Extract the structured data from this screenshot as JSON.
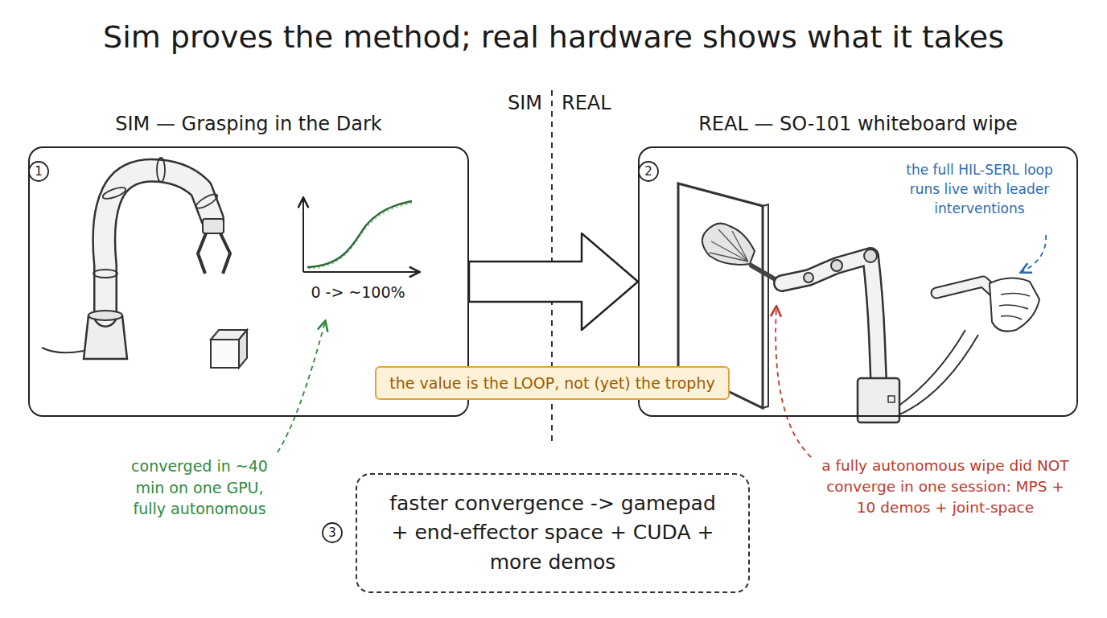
{
  "diagram": {
    "title": "Sim proves the method; real hardware shows what it takes",
    "nodes": [
      {
        "text": [
          "SIM — Grasping in the Dark"
        ]
      },
      {
        "text": [
          "REAL — SO-101 whiteboard wipe"
        ]
      },
      {
        "text": [
          "the value is the LOOP, not (yet) the trophy"
        ]
      },
      {
        "text": [
          "faster convergence -> gamepad + end-effector space + CUDA + more demos"
        ]
      }
    ],
    "edges": [
      {
        "from": 0,
        "to": 1,
        "arrow": "to"
      }
    ],
    "labels": [
      "SIM",
      "REAL",
      "1",
      "0 -> ~100%",
      "converged in ~40 min on one GPU, fully autonomous",
      "2",
      "the full HIL-SERL loop runs live with leader interventions",
      "a fully autonomous wipe did NOT converge in one session: MPS + 10 demos + joint-space",
      "3"
    ]
  }
}
